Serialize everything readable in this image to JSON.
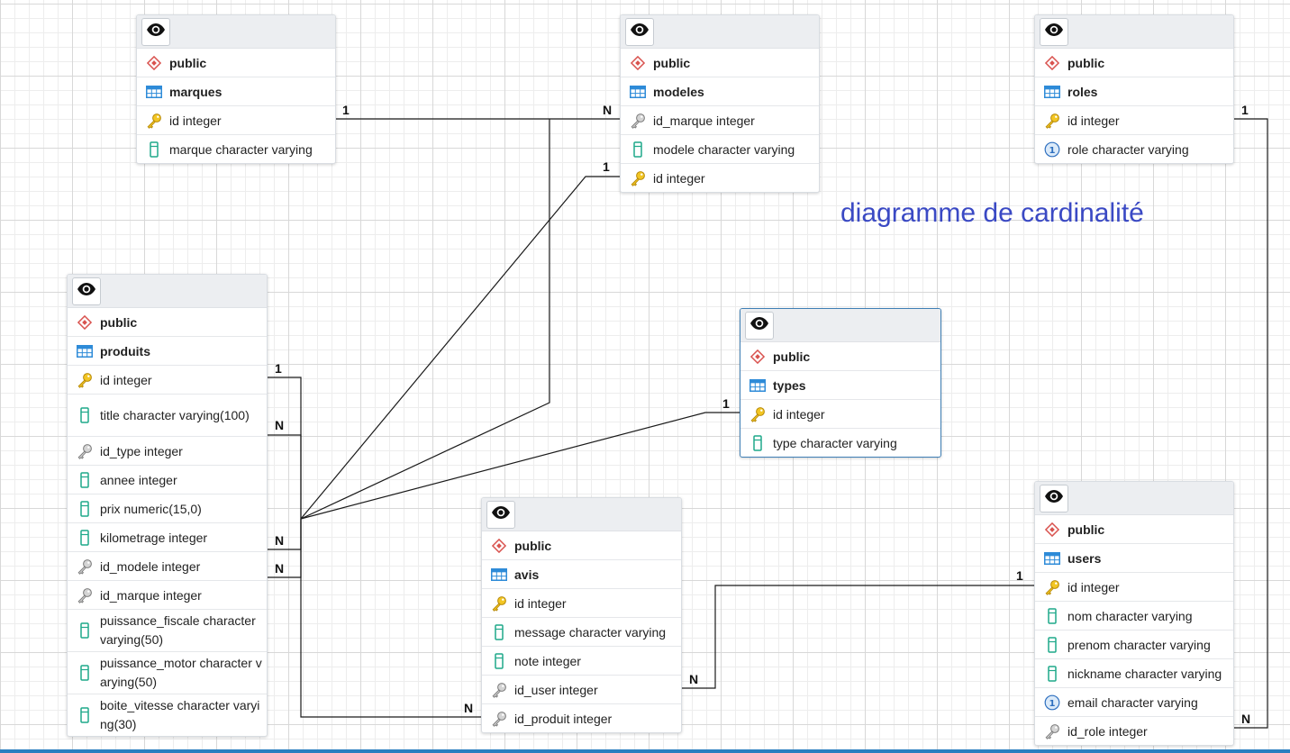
{
  "title": "diagramme de cardinalité",
  "tables": {
    "marques": {
      "schema": "public",
      "name": "marques",
      "columns": [
        {
          "text": "id integer",
          "icon": "primary-key-icon"
        },
        {
          "text": "marque character varying",
          "icon": "column-icon"
        }
      ]
    },
    "modeles": {
      "schema": "public",
      "name": "modeles",
      "columns": [
        {
          "text": "id_marque integer",
          "icon": "foreign-key-icon"
        },
        {
          "text": "modele character varying",
          "icon": "column-icon"
        },
        {
          "text": "id integer",
          "icon": "primary-key-icon"
        }
      ]
    },
    "roles": {
      "schema": "public",
      "name": "roles",
      "columns": [
        {
          "text": "id integer",
          "icon": "primary-key-icon"
        },
        {
          "text": "role character varying",
          "icon": "unique-column-icon"
        }
      ]
    },
    "produits": {
      "schema": "public",
      "name": "produits",
      "columns": [
        {
          "text": "id integer",
          "icon": "primary-key-icon"
        },
        {
          "text": "title character varying(100)",
          "icon": "column-icon"
        },
        {
          "text": "id_type integer",
          "icon": "foreign-key-icon"
        },
        {
          "text": "annee integer",
          "icon": "column-icon"
        },
        {
          "text": "prix numeric(15,0)",
          "icon": "column-icon"
        },
        {
          "text": "kilometrage integer",
          "icon": "column-icon"
        },
        {
          "text": "id_modele integer",
          "icon": "foreign-key-icon"
        },
        {
          "text": "id_marque integer",
          "icon": "foreign-key-icon"
        },
        {
          "text": "puissance_fiscale character varying(50)",
          "icon": "column-icon"
        },
        {
          "text": "puissance_motor character varying(50)",
          "icon": "column-icon"
        },
        {
          "text": "boite_vitesse character varying(30)",
          "icon": "column-icon"
        }
      ]
    },
    "types": {
      "schema": "public",
      "name": "types",
      "columns": [
        {
          "text": "id integer",
          "icon": "primary-key-icon"
        },
        {
          "text": "type character varying",
          "icon": "column-icon"
        }
      ]
    },
    "avis": {
      "schema": "public",
      "name": "avis",
      "columns": [
        {
          "text": "id integer",
          "icon": "primary-key-icon"
        },
        {
          "text": "message character varying",
          "icon": "column-icon"
        },
        {
          "text": "note integer",
          "icon": "column-icon"
        },
        {
          "text": "id_user integer",
          "icon": "foreign-key-icon"
        },
        {
          "text": "id_produit integer",
          "icon": "foreign-key-icon"
        }
      ]
    },
    "users": {
      "schema": "public",
      "name": "users",
      "columns": [
        {
          "text": "id integer",
          "icon": "primary-key-icon"
        },
        {
          "text": "nom character varying",
          "icon": "column-icon"
        },
        {
          "text": "prenom character varying",
          "icon": "column-icon"
        },
        {
          "text": "nickname character varying",
          "icon": "column-icon"
        },
        {
          "text": "email character varying",
          "icon": "unique-column-icon"
        },
        {
          "text": "id_role integer",
          "icon": "foreign-key-icon"
        }
      ]
    }
  },
  "cardinality": {
    "one": "1",
    "many": "N"
  }
}
